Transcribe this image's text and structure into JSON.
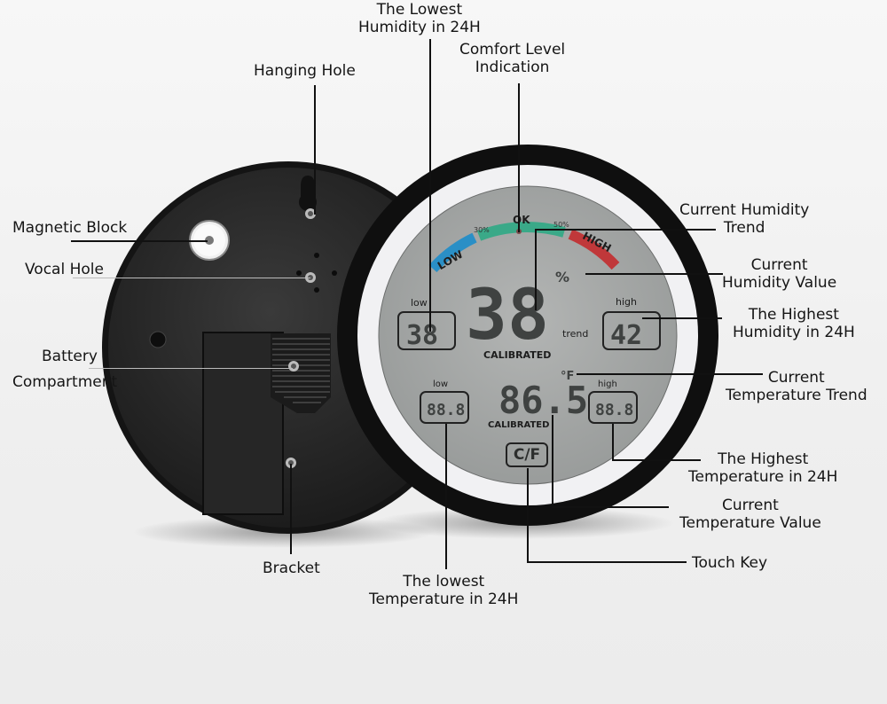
{
  "title": "Thermo-hygrometer parts diagram",
  "back_labels": {
    "hanging_hole": "Hanging Hole",
    "magnetic_block": "Magnetic Block",
    "vocal_hole": "Vocal Hole",
    "battery_compartment": [
      "Battery",
      "Compartment"
    ],
    "bracket": "Bracket"
  },
  "front_labels": {
    "lowest_humidity": [
      "The Lowest",
      "Humidity in 24H"
    ],
    "comfort_level": [
      "Comfort Level",
      "Indication"
    ],
    "current_humidity_trend": [
      "Current Humidity",
      "Trend"
    ],
    "current_humidity_value": [
      "Current",
      "Humidity Value"
    ],
    "highest_humidity": [
      "The Highest",
      "Humidity in 24H"
    ],
    "current_temperature_trend": [
      "Current",
      "Temperature Trend"
    ],
    "highest_temperature": [
      "The Highest",
      "Temperature in 24H"
    ],
    "current_temperature_value": [
      "Current",
      "Temperature Value"
    ],
    "touch_key": "Touch Key",
    "lowest_temperature": [
      "The lowest",
      "Temperature in 24H"
    ]
  },
  "display": {
    "comfort_scale": {
      "low": "LOW",
      "ok": "OK",
      "high": "HIGH",
      "mark_low": "30%",
      "mark_high": "50%",
      "colors": {
        "low": "#2a8fc6",
        "ok": "#3aa988",
        "high": "#c0383a"
      }
    },
    "humidity_value": "38",
    "humidity_unit": "%",
    "humidity_low_label": "low",
    "humidity_low_value": "38",
    "humidity_high_label": "high",
    "humidity_high_value": "42",
    "trend_label": "trend",
    "calibrated_1": "CALIBRATED",
    "temperature_value": "86.5",
    "temperature_unit": "°F",
    "temperature_low_label": "low",
    "temperature_low_value": "88.8",
    "temperature_high_label": "high",
    "temperature_high_value": "88.8",
    "calibrated_2": "CALIBRATED",
    "touch_key_label": "C/F"
  }
}
